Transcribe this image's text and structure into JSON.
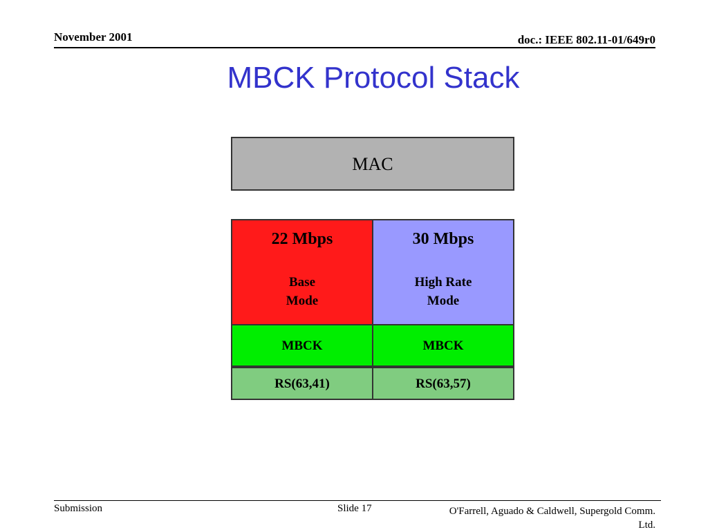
{
  "header": {
    "date": "November 2001",
    "doc_id": "doc.: IEEE 802.11-01/649r0"
  },
  "title": "MBCK Protocol Stack",
  "diagram": {
    "mac_label": "MAC",
    "modes": [
      {
        "rate": "22 Mbps",
        "name_line1": "Base",
        "name_line2": "Mode",
        "fec": "MBCK",
        "code": "RS(63,41)",
        "color": "#ff1a1a"
      },
      {
        "rate": "30 Mbps",
        "name_line1": "High Rate",
        "name_line2": "Mode",
        "fec": "MBCK",
        "code": "RS(63,57)",
        "color": "#9999ff"
      }
    ],
    "mbck_color": "#00ee00",
    "rs_color": "#80cc80",
    "mac_color": "#b2b2b2"
  },
  "footer": {
    "left": "Submission",
    "slide": "Slide 17",
    "authors_line1": "O'Farrell, Aguado & Caldwell, Supergold Comm.",
    "authors_line2": "Ltd."
  }
}
